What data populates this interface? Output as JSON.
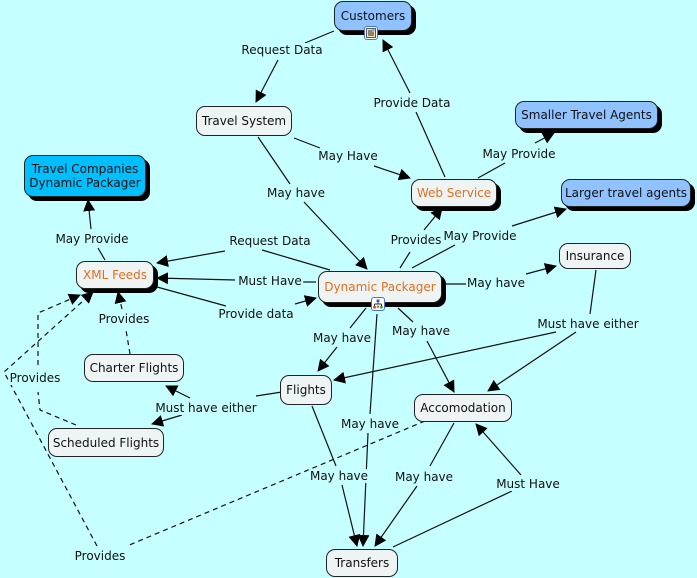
{
  "nodes": {
    "customers": {
      "label": "Customers",
      "style": "blue"
    },
    "travel_system": {
      "label": "Travel System",
      "style": "plain"
    },
    "web_service": {
      "label": "Web Service",
      "style": "orange"
    },
    "smaller_agents": {
      "label": "Smaller Travel Agents",
      "style": "blue"
    },
    "larger_agents": {
      "label": "Larger travel agents",
      "style": "blue"
    },
    "travel_companies": {
      "label_line1": "Travel Companies",
      "label_line2": "Dynamic Packager",
      "style": "cyan"
    },
    "xml_feeds": {
      "label": "XML Feeds",
      "style": "orange"
    },
    "dynamic_packager": {
      "label": "Dynamic Packager",
      "style": "orange"
    },
    "insurance": {
      "label": "Insurance",
      "style": "plain"
    },
    "charter_flights": {
      "label": "Charter Flights",
      "style": "plain"
    },
    "flights": {
      "label": "Flights",
      "style": "plain"
    },
    "scheduled_flights": {
      "label": "Scheduled Flights",
      "style": "plain"
    },
    "accomodation": {
      "label": "Accomodation",
      "style": "plain"
    },
    "transfers": {
      "label": "Transfers",
      "style": "plain"
    }
  },
  "links": {
    "request_data_1": "Request Data",
    "provide_data_1": "Provide Data",
    "may_have_ts_ws": "May Have",
    "may_provide_ws": "May Provide",
    "may_have_ts_dp": "May have",
    "may_provide_tc": "May Provide",
    "request_data_2": "Request Data",
    "provides_dp_ws": "Provides",
    "may_provide_dp": "May Provide",
    "must_have_dp_xml": "Must Have",
    "may_have_dp_ins": "May have",
    "provide_data_2": "Provide data",
    "provides_charter": "Provides",
    "provides_left": "Provides",
    "may_have_dp_fl": "May have",
    "may_have_dp_acc": "May have",
    "must_have_either_ins": "Must have either",
    "must_have_either_fl": "Must have either",
    "may_have_dp_tr": "May have",
    "may_have_fl_tr": "May have",
    "may_have_acc_tr": "May have",
    "must_have_tr_acc": "Must Have",
    "provides_bottom": "Provides"
  },
  "icons": {
    "customers_badge": "document-image-icon",
    "packager_badge": "submap-hierarchy-icon"
  },
  "colors": {
    "background": "#c6ffff",
    "node_fill": "#eef3f4",
    "blue_fill": "#8fc2ff",
    "cyan_fill": "#00bfff",
    "orange_text": "#e07020"
  }
}
